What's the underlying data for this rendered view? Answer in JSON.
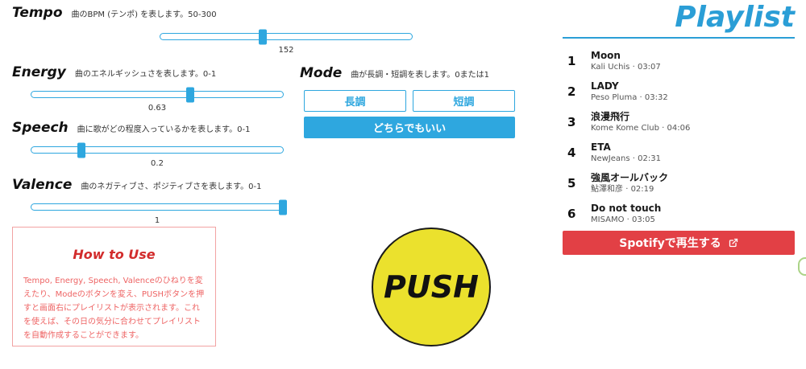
{
  "sliders": [
    {
      "name": "Tempo",
      "desc": "曲のBPM (テンポ) を表します。50-300",
      "value": 152,
      "range": [
        50,
        300
      ]
    },
    {
      "name": "Energy",
      "desc": "曲のエネルギッシュさを表します。0-1",
      "value": 0.63,
      "range": [
        0,
        1
      ]
    },
    {
      "name": "Speech",
      "desc": "曲に歌がどの程度入っているかを表します。0-1",
      "value": 0.2,
      "range": [
        0,
        1
      ]
    },
    {
      "name": "Valence",
      "desc": "曲のネガティブさ、ポジティブさを表します。0-1",
      "value": 1,
      "range": [
        0,
        1
      ]
    }
  ],
  "mode": {
    "name": "Mode",
    "desc": "曲が長調・短調を表します。0または1",
    "major_label": "長調",
    "minor_label": "短調",
    "either_label": "どちらでもいい"
  },
  "how_to_use": {
    "title": "How to Use",
    "body": "Tempo, Energy, Speech, Valenceのひねりを変えたり、Modeのボタンを変え、PUSHボタンを押すと画面右にプレイリストが表示されます。これを使えば、その日の気分に合わせてプレイリストを自動作成することができます。"
  },
  "push": {
    "label": "PUSH"
  },
  "playlist": {
    "title": "Playlist",
    "separator": "·",
    "tracks": [
      {
        "no": "1",
        "title": "Moon",
        "artist": "Kali Uchis",
        "duration": "03:07"
      },
      {
        "no": "2",
        "title": "LADY",
        "artist": "Peso Pluma",
        "duration": "03:32"
      },
      {
        "no": "3",
        "title": "浪漫飛行",
        "artist": "Kome Kome Club",
        "duration": "04:06"
      },
      {
        "no": "4",
        "title": "ETA",
        "artist": "NewJeans",
        "duration": "02:31"
      },
      {
        "no": "5",
        "title": "強風オールバック",
        "artist": "鮎澤和彦",
        "duration": "02:19"
      },
      {
        "no": "6",
        "title": "Do not touch",
        "artist": "MISAMO",
        "duration": "03:05"
      }
    ],
    "spotify_label": "Spotifyで再生する"
  },
  "colors": {
    "accent_blue": "#2ea7df",
    "title_blue": "#2b9ed6",
    "button_red": "#e24045",
    "push_yellow": "#ebe12d",
    "howto_red": "#d22c2c",
    "edge_green": "#abd387"
  }
}
